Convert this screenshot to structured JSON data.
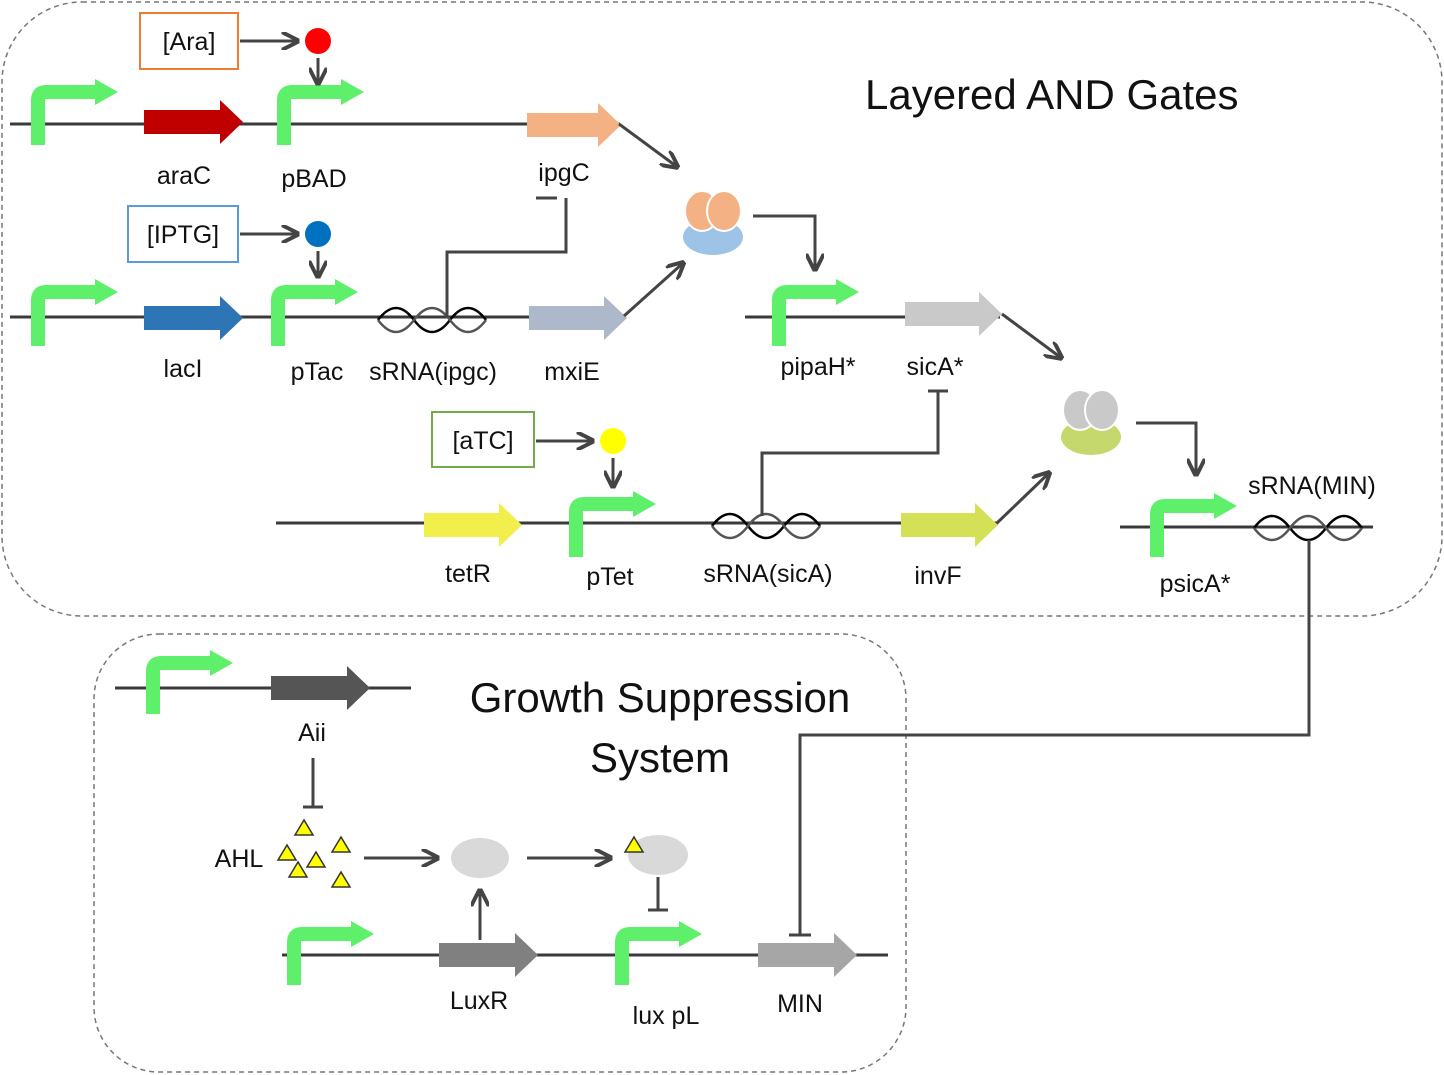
{
  "titles": {
    "gates": "Layered AND Gates",
    "growth_line1": "Growth Suppression",
    "growth_line2": "System"
  },
  "inducers": {
    "ara": "[Ara]",
    "iptg": "[IPTG]",
    "atc": "[aTC]"
  },
  "labels": {
    "araC": "araC",
    "pBAD": "pBAD",
    "ipgC": "ipgC",
    "lacI": "lacI",
    "pTac": "pTac",
    "srna_ipgc": "sRNA(ipgc)",
    "mxiE": "mxiE",
    "pipaH": "pipaH*",
    "sicA": "sicA*",
    "tetR": "tetR",
    "pTet": "pTet",
    "srna_sica": "sRNA(sicA)",
    "invF": "invF",
    "psicA": "psicA*",
    "srna_min": "sRNA(MIN)",
    "aii": "Aii",
    "ahl": "AHL",
    "luxR": "LuxR",
    "luxpL": "lux pL",
    "min": "MIN"
  },
  "colors": {
    "promoter": "#5ef06a",
    "araC": "#c00000",
    "lacI": "#2e75b6",
    "ipgC": "#f4b183",
    "mxiE": "#adb9ca",
    "sicA": "#c9c9c9",
    "tetR": "#f2ee4b",
    "invF": "#d4e157",
    "aii": "#555555",
    "luxR": "#808080",
    "min": "#a6a6a6",
    "ara_dot": "#ff0000",
    "iptg_dot": "#0070c0",
    "atc_dot": "#ffff00",
    "ara_box": "#ed7d31",
    "iptg_box": "#5b9bd5",
    "atc_box": "#70ad47"
  }
}
